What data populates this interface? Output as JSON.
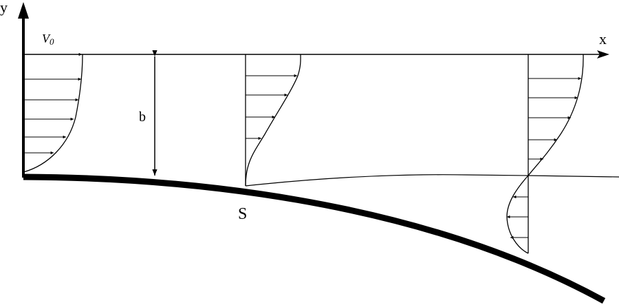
{
  "labels": {
    "y_axis": "y",
    "x_axis": "x",
    "velocity": "V",
    "velocity_sub": "0",
    "thickness": "b",
    "separation_point": "S"
  },
  "colors": {
    "ink": "#000000",
    "background": "#ffffff"
  }
}
